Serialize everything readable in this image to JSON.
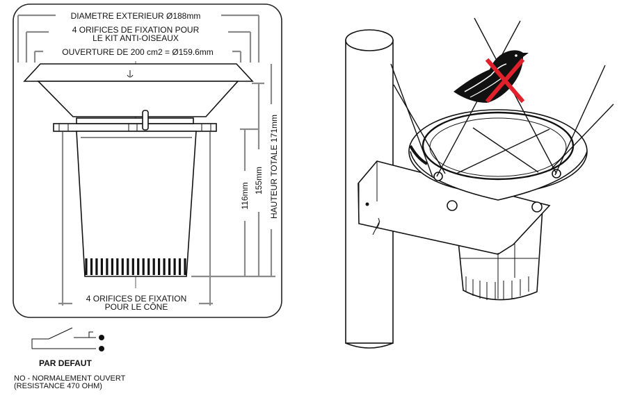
{
  "dimensions": {
    "outer_diameter": "DIAMETRE EXTERIEUR Ø188mm",
    "bird_kit_holes_line1": "4 ORIFICES DE FIXATION POUR",
    "bird_kit_holes_line2": "LE KIT ANTI-OISEAUX",
    "opening": "OUVERTURE DE 200 cm2 = Ø159.6mm",
    "cone_holes_line1": "4 ORIFICES DE FIXATION",
    "cone_holes_line2": "POUR LE CÔNE",
    "height_116": "116mm",
    "height_155": "155mm",
    "total_height": "HAUTEUR TOTALE 171mm"
  },
  "legend": {
    "title": "PAR DEFAUT",
    "line1": "NO - NORMALEMENT OUVERT",
    "line2": "(RESISTANCE 470 OHM)"
  },
  "colors": {
    "dimension_lines": "#8a8a8a",
    "drawing": "#111111",
    "cross_mark": "#e0202a"
  }
}
